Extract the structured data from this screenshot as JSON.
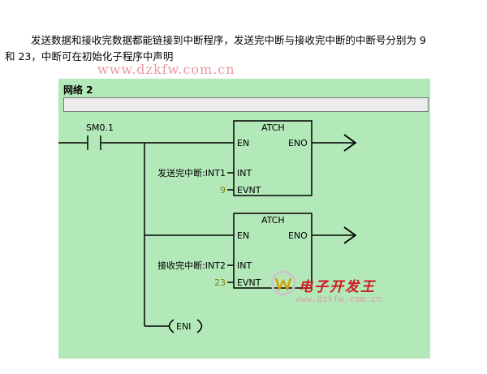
{
  "intro": {
    "line1": "发送数据和接收完数据都能链接到中断程序，发送完中断与接收完中断的中断号分别为 9",
    "line2": "和 23，中断可在初始化子程序中声明"
  },
  "watermark_top": "www.dzkfw.com.cn",
  "network": {
    "title": "网络 2",
    "contact": "SM0.1",
    "blocks": [
      {
        "name": "ATCH",
        "en": "EN",
        "eno": "ENO",
        "int_label": "发送完中断:INT1",
        "int_pin": "INT",
        "evnt_value": "9",
        "evnt_pin": "EVNT"
      },
      {
        "name": "ATCH",
        "en": "EN",
        "eno": "ENO",
        "int_label": "接收完中断:INT2",
        "int_pin": "INT",
        "evnt_value": "23",
        "evnt_pin": "EVNT"
      }
    ],
    "coil": "ENI"
  },
  "watermark_bottom": {
    "brand": "电子开发王",
    "url": "www.dzkfw.com.cn"
  },
  "colors": {
    "panel_bg": "#b3e9b9",
    "watermark_red": "#cc1820",
    "evnt_value": "#808000"
  }
}
